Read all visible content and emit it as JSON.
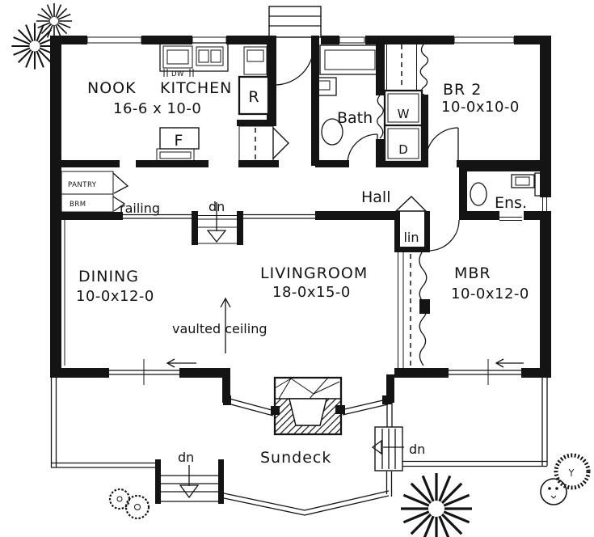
{
  "colors": {
    "ink": "#141414",
    "paper": "#ffffff"
  },
  "plan": {
    "rooms": {
      "nook": {
        "label": "NOOK"
      },
      "kitchen": {
        "label": "KITCHEN",
        "dims": "16-6 x 10-0"
      },
      "bedroom2": {
        "label": "BR 2",
        "dims": "10-0x10-0"
      },
      "bath": {
        "label": "Bath"
      },
      "hall": {
        "label": "Hall"
      },
      "ensuite": {
        "label": "Ens."
      },
      "dining": {
        "label": "DINING",
        "dims": "10-0x12-0"
      },
      "livingroom": {
        "label": "LIVINGROOM",
        "dims": "18-0x15-0"
      },
      "master_bedroom": {
        "label": "MBR",
        "dims": "10-0x12-0"
      },
      "sundeck": {
        "label": "Sundeck"
      }
    },
    "annotations": {
      "railing": "railing",
      "vaulted_ceiling": "vaulted ceiling",
      "down_stairs": "dn",
      "linen": "lin",
      "pantry": "PANTRY",
      "broom": "BRM"
    },
    "appliances": {
      "dishwasher": "DW",
      "range": "R",
      "fridge": "F",
      "washer": "W",
      "dryer": "D"
    }
  }
}
